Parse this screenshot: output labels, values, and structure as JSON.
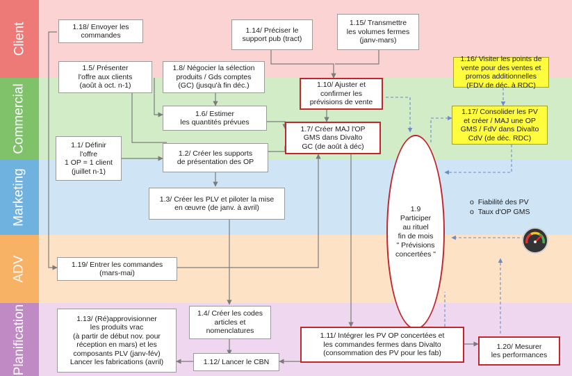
{
  "colors": {
    "client_band": "#fbd3d2",
    "client_tab": "#ee7a78",
    "commercial_band": "#d2ecc7",
    "commercial_tab": "#7fc26a",
    "marketing_band": "#cfe4f4",
    "marketing_tab": "#6fb2e0",
    "adv_band": "#fde2c6",
    "adv_tab": "#f7b266",
    "planification_band": "#eed7ef",
    "planification_tab": "#c08bc4",
    "step_red_border": "#c0262c",
    "step_yellow_fill": "#fffb3d"
  },
  "lanes": {
    "client": "Client",
    "commercial": "Commercial",
    "marketing": "Marketing",
    "adv": "ADV",
    "planification": "Planification"
  },
  "steps": {
    "s1_1": "1.1/ Définir\nl'offre\n1 OP = 1 client\n(juillet n-1)",
    "s1_2": "1.2/ Créer les supports\nde présentation  des OP",
    "s1_3": "1.3/ Créer les PLV et piloter la mise\nen œuvre (de janv. à avril)",
    "s1_4": "1.4/ Créer les codes\narticles et\nnomenclatures",
    "s1_5": "1.5/ Présenter\nl'offre aux clients\n(août à oct. n-1)",
    "s1_6": "1.6/ Estimer\nles quantités prévues",
    "s1_7": "1.7/ Créer MAJ l'OP\nGMS dans Divalto\nGC (de août à déc)",
    "s1_8": "1.8/ Négocier la sélection\nproduits / Gds comptes\n(GC) (jusqu'à fin déc.)",
    "s1_9": "1.9\nParticiper\nau rituel\nfin de mois\n\" Prévisions\nconcertées \"",
    "s1_10": "1.10/ Ajuster et\nconfirmer les\nprévisions de vente",
    "s1_11": "1.11/ Intégrer les PV OP concertées  et\nles commandes fermes dans  Divalto\n(consommation des PV pour les fab)",
    "s1_12": "1.12/ Lancer le CBN",
    "s1_13": "1.13/ (Ré)approvisionner\nles produits vrac\n(à partir de début nov. pour\nréception en mars) et les\ncomposants PLV (janv-fév)\nLancer les fabrications  (avril)",
    "s1_14": "1.14/ Préciser le\nsupport pub (tract)",
    "s1_15": "1.15/ Transmettre\nles volumes fermes\n(janv-mars)",
    "s1_16": "1.16/ Visiter les points  de\nvente pour des ventes et\npromos additionnelles\n(FDV de déc. à RDC)",
    "s1_17": "1.17/ Consolider les PV\net créer / MAJ une  OP\nGMS / FdV dans  Divalto\nCdV (de déc. RDC)",
    "s1_18": "1.18/ Envoyer les\ncommandes",
    "s1_19": "1.19/ Entrer les commandes\n(mars-mai)",
    "s1_20": "1.20/ Mesurer\nles performances"
  },
  "kpis": {
    "bullet": "o",
    "item1": "Fiabilité des PV",
    "item2": "Taux d'OP GMS"
  },
  "gauge_icon": "speedometer-gauge-icon"
}
